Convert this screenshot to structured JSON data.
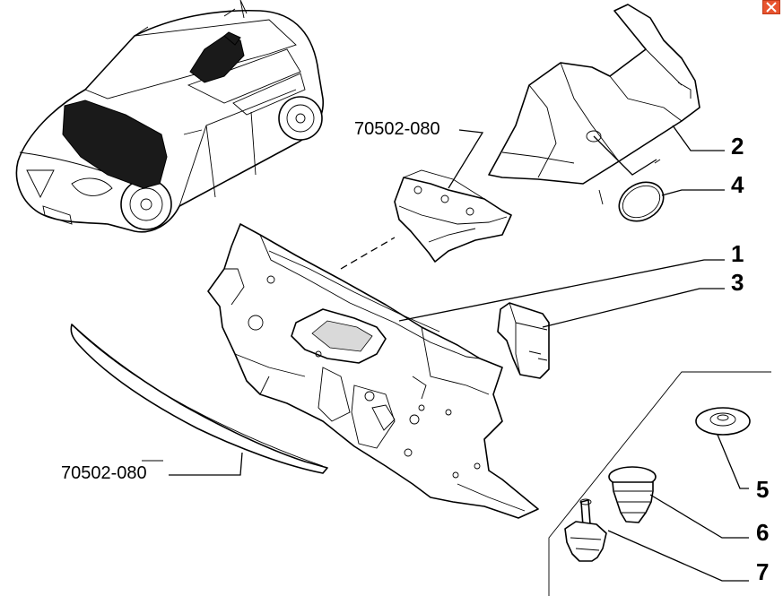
{
  "callouts": {
    "c1": "1",
    "c2": "2",
    "c3": "3",
    "c4": "4",
    "c5": "5",
    "c6": "6",
    "c7": "7"
  },
  "references": {
    "upper": "70502-080",
    "lower": "70502-080"
  },
  "icons": {
    "close": "close-icon"
  },
  "colors": {
    "close_button": "#e8542f"
  }
}
